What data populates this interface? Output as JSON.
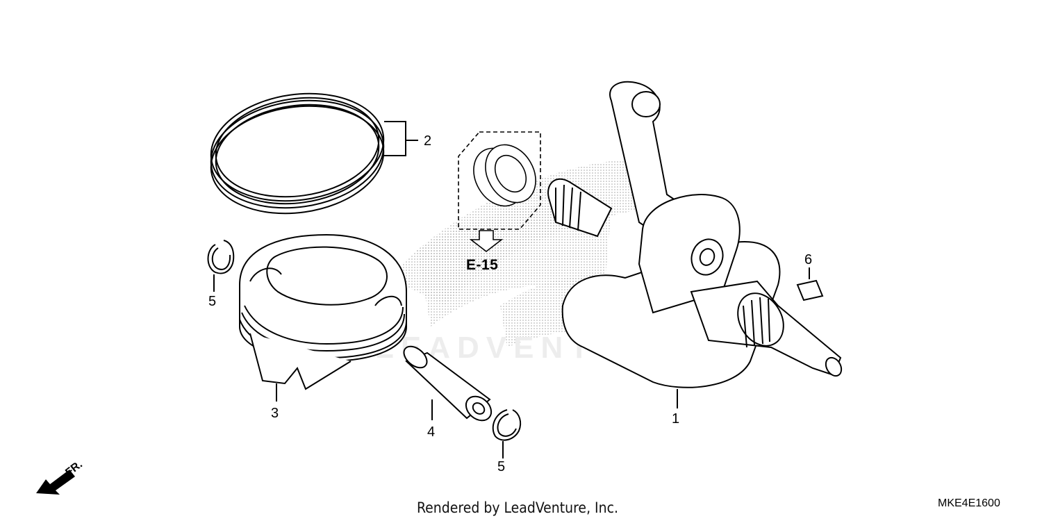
{
  "diagram": {
    "callouts": {
      "crankshaft": "1",
      "piston_ring_set": "2",
      "piston": "3",
      "piston_pin": "4",
      "pin_clip_left": "5",
      "pin_clip_right": "5",
      "key": "6"
    },
    "reference_code": "E-15",
    "front_marker": "FR.",
    "watermark": "LEADVENTURE",
    "footer_text": "Rendered by LeadVenture, Inc.",
    "diagram_id": "MKE4E1600"
  }
}
